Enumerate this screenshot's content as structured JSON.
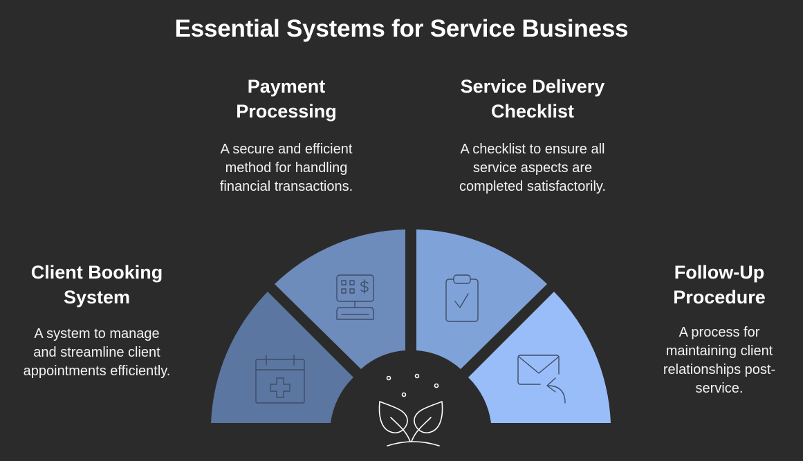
{
  "title": "Essential Systems for Service Business",
  "segments": [
    {
      "id": "client-booking",
      "heading_line1": "Client Booking",
      "heading_line2": "System",
      "desc_line1": "A system to manage",
      "desc_line2": "and streamline client",
      "desc_line3": "appointments efficiently.",
      "icon": "calendar-medical-icon",
      "color": "#5b76a0"
    },
    {
      "id": "payment-processing",
      "heading_line1": "Payment",
      "heading_line2": "Processing",
      "desc_line1": "A secure and efficient",
      "desc_line2": "method for handling",
      "desc_line3": "financial transactions.",
      "icon": "cash-register-icon",
      "color": "#6d8bbb"
    },
    {
      "id": "service-delivery",
      "heading_line1": "Service Delivery",
      "heading_line2": "Checklist",
      "desc_line1": "A checklist to ensure all",
      "desc_line2": "service aspects are",
      "desc_line3": "completed satisfactorily.",
      "icon": "clipboard-check-icon",
      "color": "#7fa3d9"
    },
    {
      "id": "follow-up",
      "heading_line1": "Follow-Up",
      "heading_line2": "Procedure",
      "desc_line1": "A process for",
      "desc_line2": "maintaining client",
      "desc_line3": "relationships post-",
      "desc_line4": "service.",
      "icon": "mail-reply-icon",
      "color": "#99bdf8"
    }
  ],
  "center_icon": "sprout-seeds-icon",
  "colors": {
    "background": "#2b2b2b",
    "icon_stroke": "#3e4d66",
    "center_stroke": "#ffffff"
  }
}
